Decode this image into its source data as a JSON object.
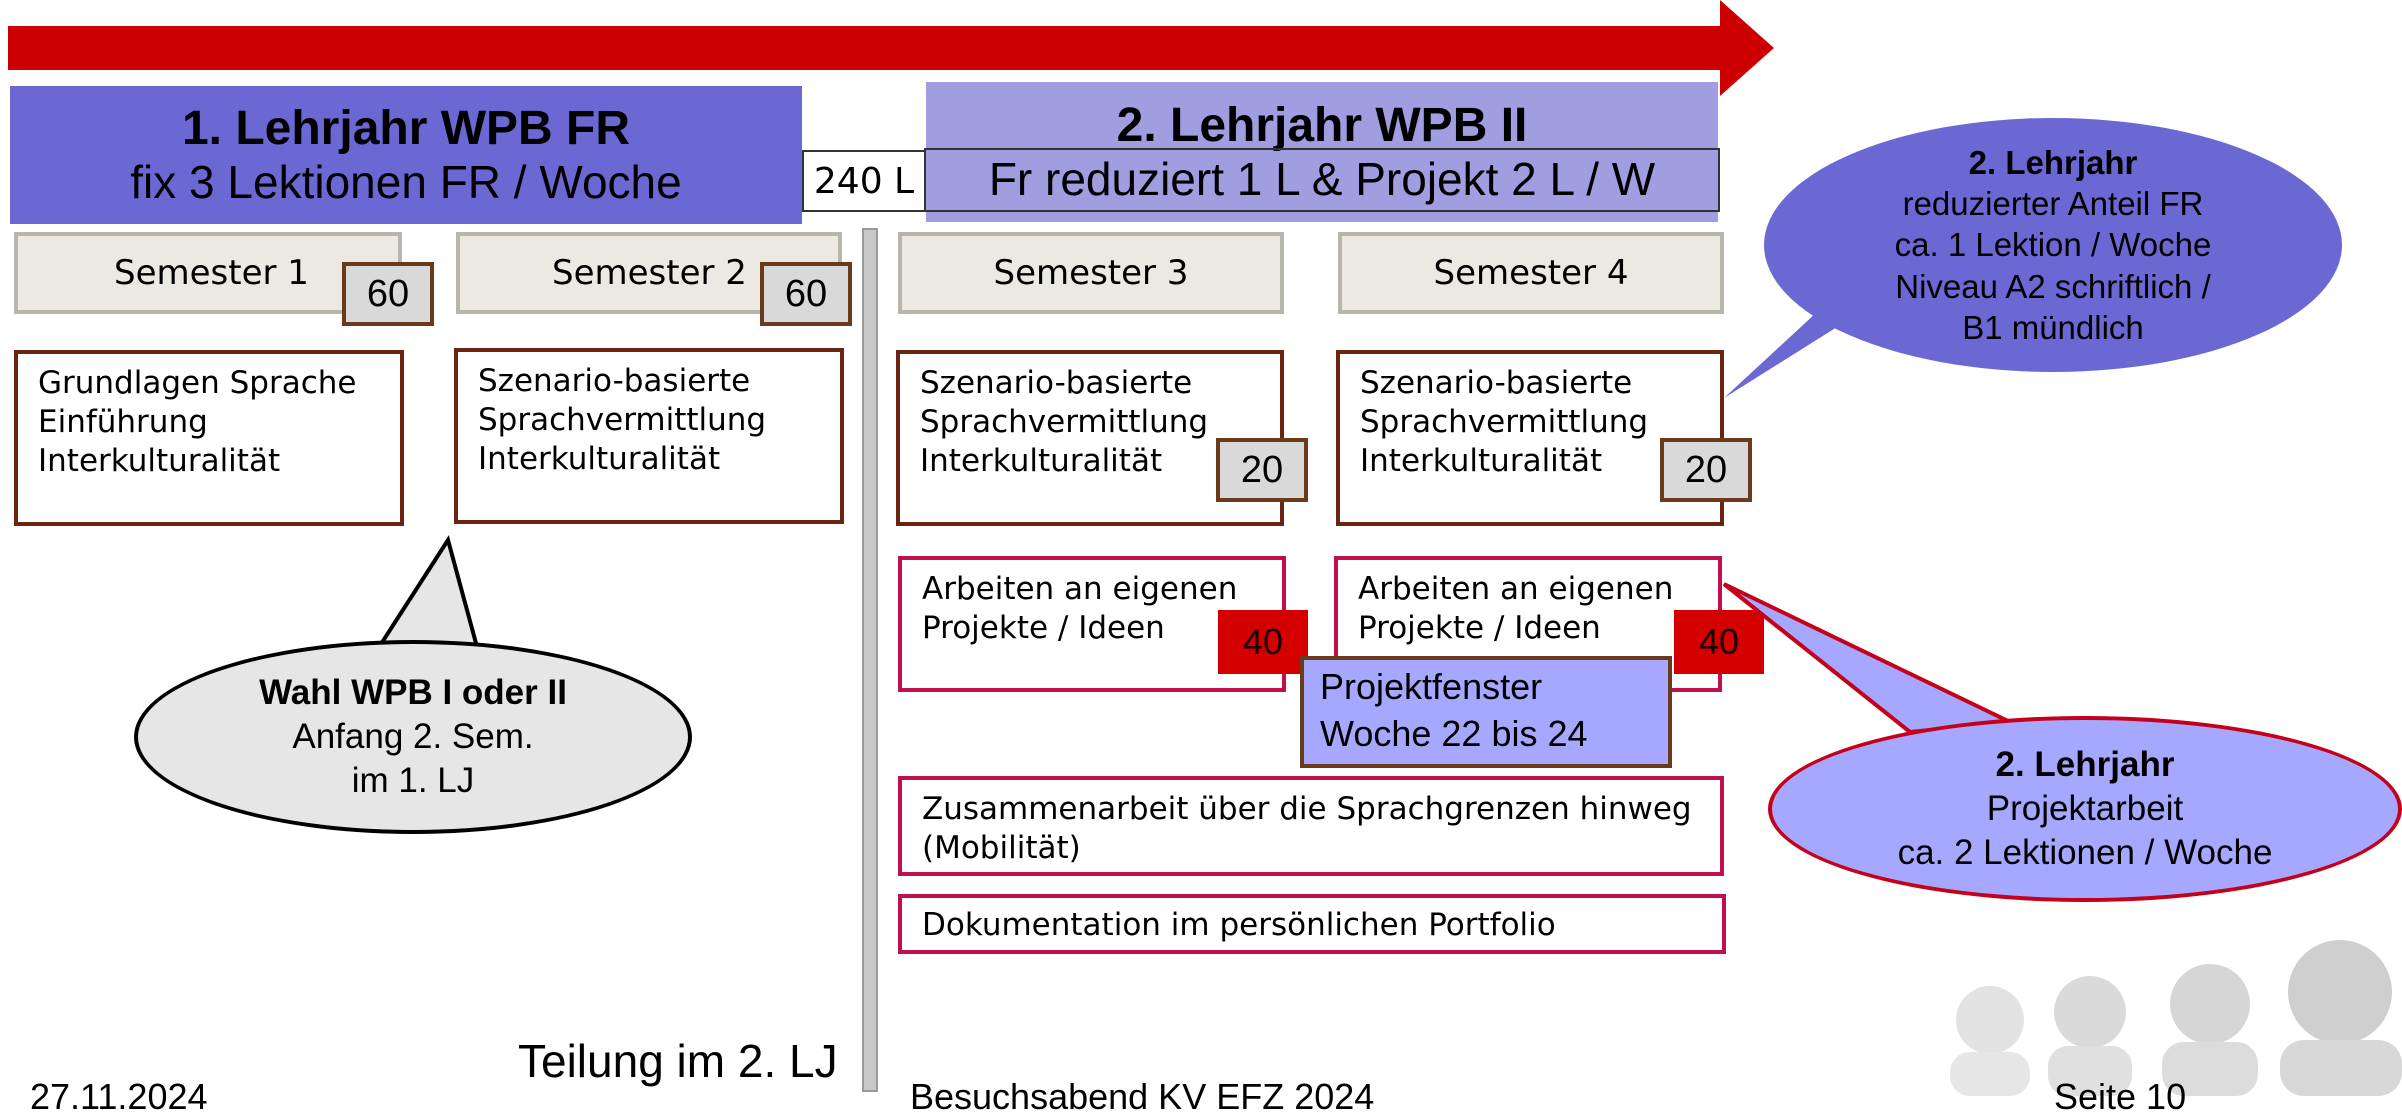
{
  "header_1": {
    "title": "1. Lehrjahr WPB FR",
    "subtitle": "fix 3 Lektionen FR / Woche"
  },
  "header_2": {
    "title": "2. Lehrjahr WPB II",
    "subtitle": "Fr reduziert 1 L  & Projekt 2 L / W"
  },
  "lesson_total": "240 L",
  "semesters": [
    {
      "label": "Semester 1",
      "badge": "60"
    },
    {
      "label": "Semester 2",
      "badge": "60"
    },
    {
      "label": "Semester 3"
    },
    {
      "label": "Semester 4"
    }
  ],
  "boxes": {
    "s1": [
      "Grundlagen Sprache",
      "Einführung",
      "Interkulturalität"
    ],
    "s2": [
      "Szenario-basierte",
      "Sprachvermittlung",
      "Interkulturalität"
    ],
    "s3": [
      "Szenario-basierte",
      "Sprachvermittlung",
      "Interkulturalität"
    ],
    "s3_badge": "20",
    "s4": [
      "Szenario-basierte",
      "Sprachvermittlung",
      "Interkulturalität"
    ],
    "s4_badge": "20",
    "proj3": [
      "Arbeiten an eigenen",
      "Projekte / Ideen"
    ],
    "proj3_badge": "40",
    "proj4": [
      "Arbeiten an eigenen",
      "Projekte / Ideen"
    ],
    "proj4_badge": "40",
    "zusammenarbeit": [
      "Zusammenarbeit über die Sprachgrenzen hinweg",
      "(Mobilität)"
    ],
    "dokumentation": "Dokumentation im persönlichen Portfolio"
  },
  "projektfenster": [
    "Projektfenster",
    "Woche 22 bis 24"
  ],
  "callout_fr": {
    "title": "2. Lehrjahr",
    "lines": [
      "reduzierter Anteil FR",
      "ca. 1 Lektion / Woche",
      "Niveau A2 schriftlich /",
      "B1 mündlich"
    ]
  },
  "callout_wahl": {
    "title": "Wahl WPB I oder II",
    "lines": [
      "Anfang 2. Sem.",
      "im 1. LJ"
    ]
  },
  "callout_proj": {
    "title": "2. Lehrjahr",
    "lines": [
      "Projektarbeit",
      "ca. 2 Lektionen / Woche"
    ]
  },
  "teilung": "Teilung im 2. LJ",
  "footer": {
    "date": "27.11.2024",
    "title": "Besuchsabend KV EFZ 2024",
    "page": "Seite 10"
  },
  "colors": {
    "arrow": "#cc0000",
    "header1": "#6b68d4",
    "header2": "#a09de0",
    "projekt": "#a6a8ff",
    "badge_red": "#d40000"
  }
}
